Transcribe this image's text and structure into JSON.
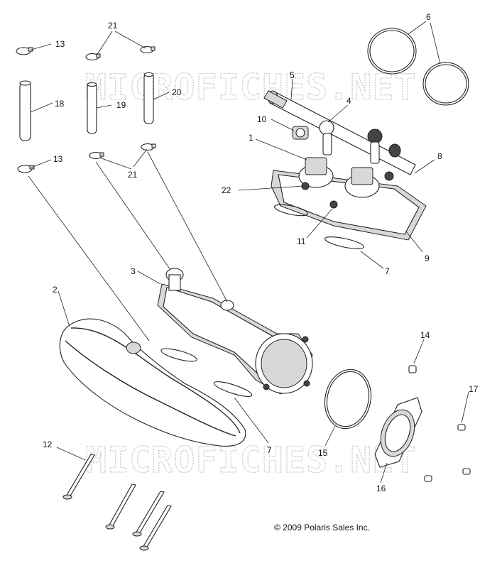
{
  "watermark": "MICROFICHES.NET",
  "copyright": "© 2009 Polaris Sales Inc.",
  "callouts": {
    "c1": "1",
    "c2": "2",
    "c3": "3",
    "c4": "4",
    "c5": "5",
    "c6": "6",
    "c7a": "7",
    "c7b": "7",
    "c8": "8",
    "c9": "9",
    "c10": "10",
    "c11": "11",
    "c12": "12",
    "c13a": "13",
    "c13b": "13",
    "c14": "14",
    "c15": "15",
    "c16": "16",
    "c17": "17",
    "c18": "18",
    "c19": "19",
    "c20": "20",
    "c21a": "21",
    "c21b": "21",
    "c22": "22"
  }
}
